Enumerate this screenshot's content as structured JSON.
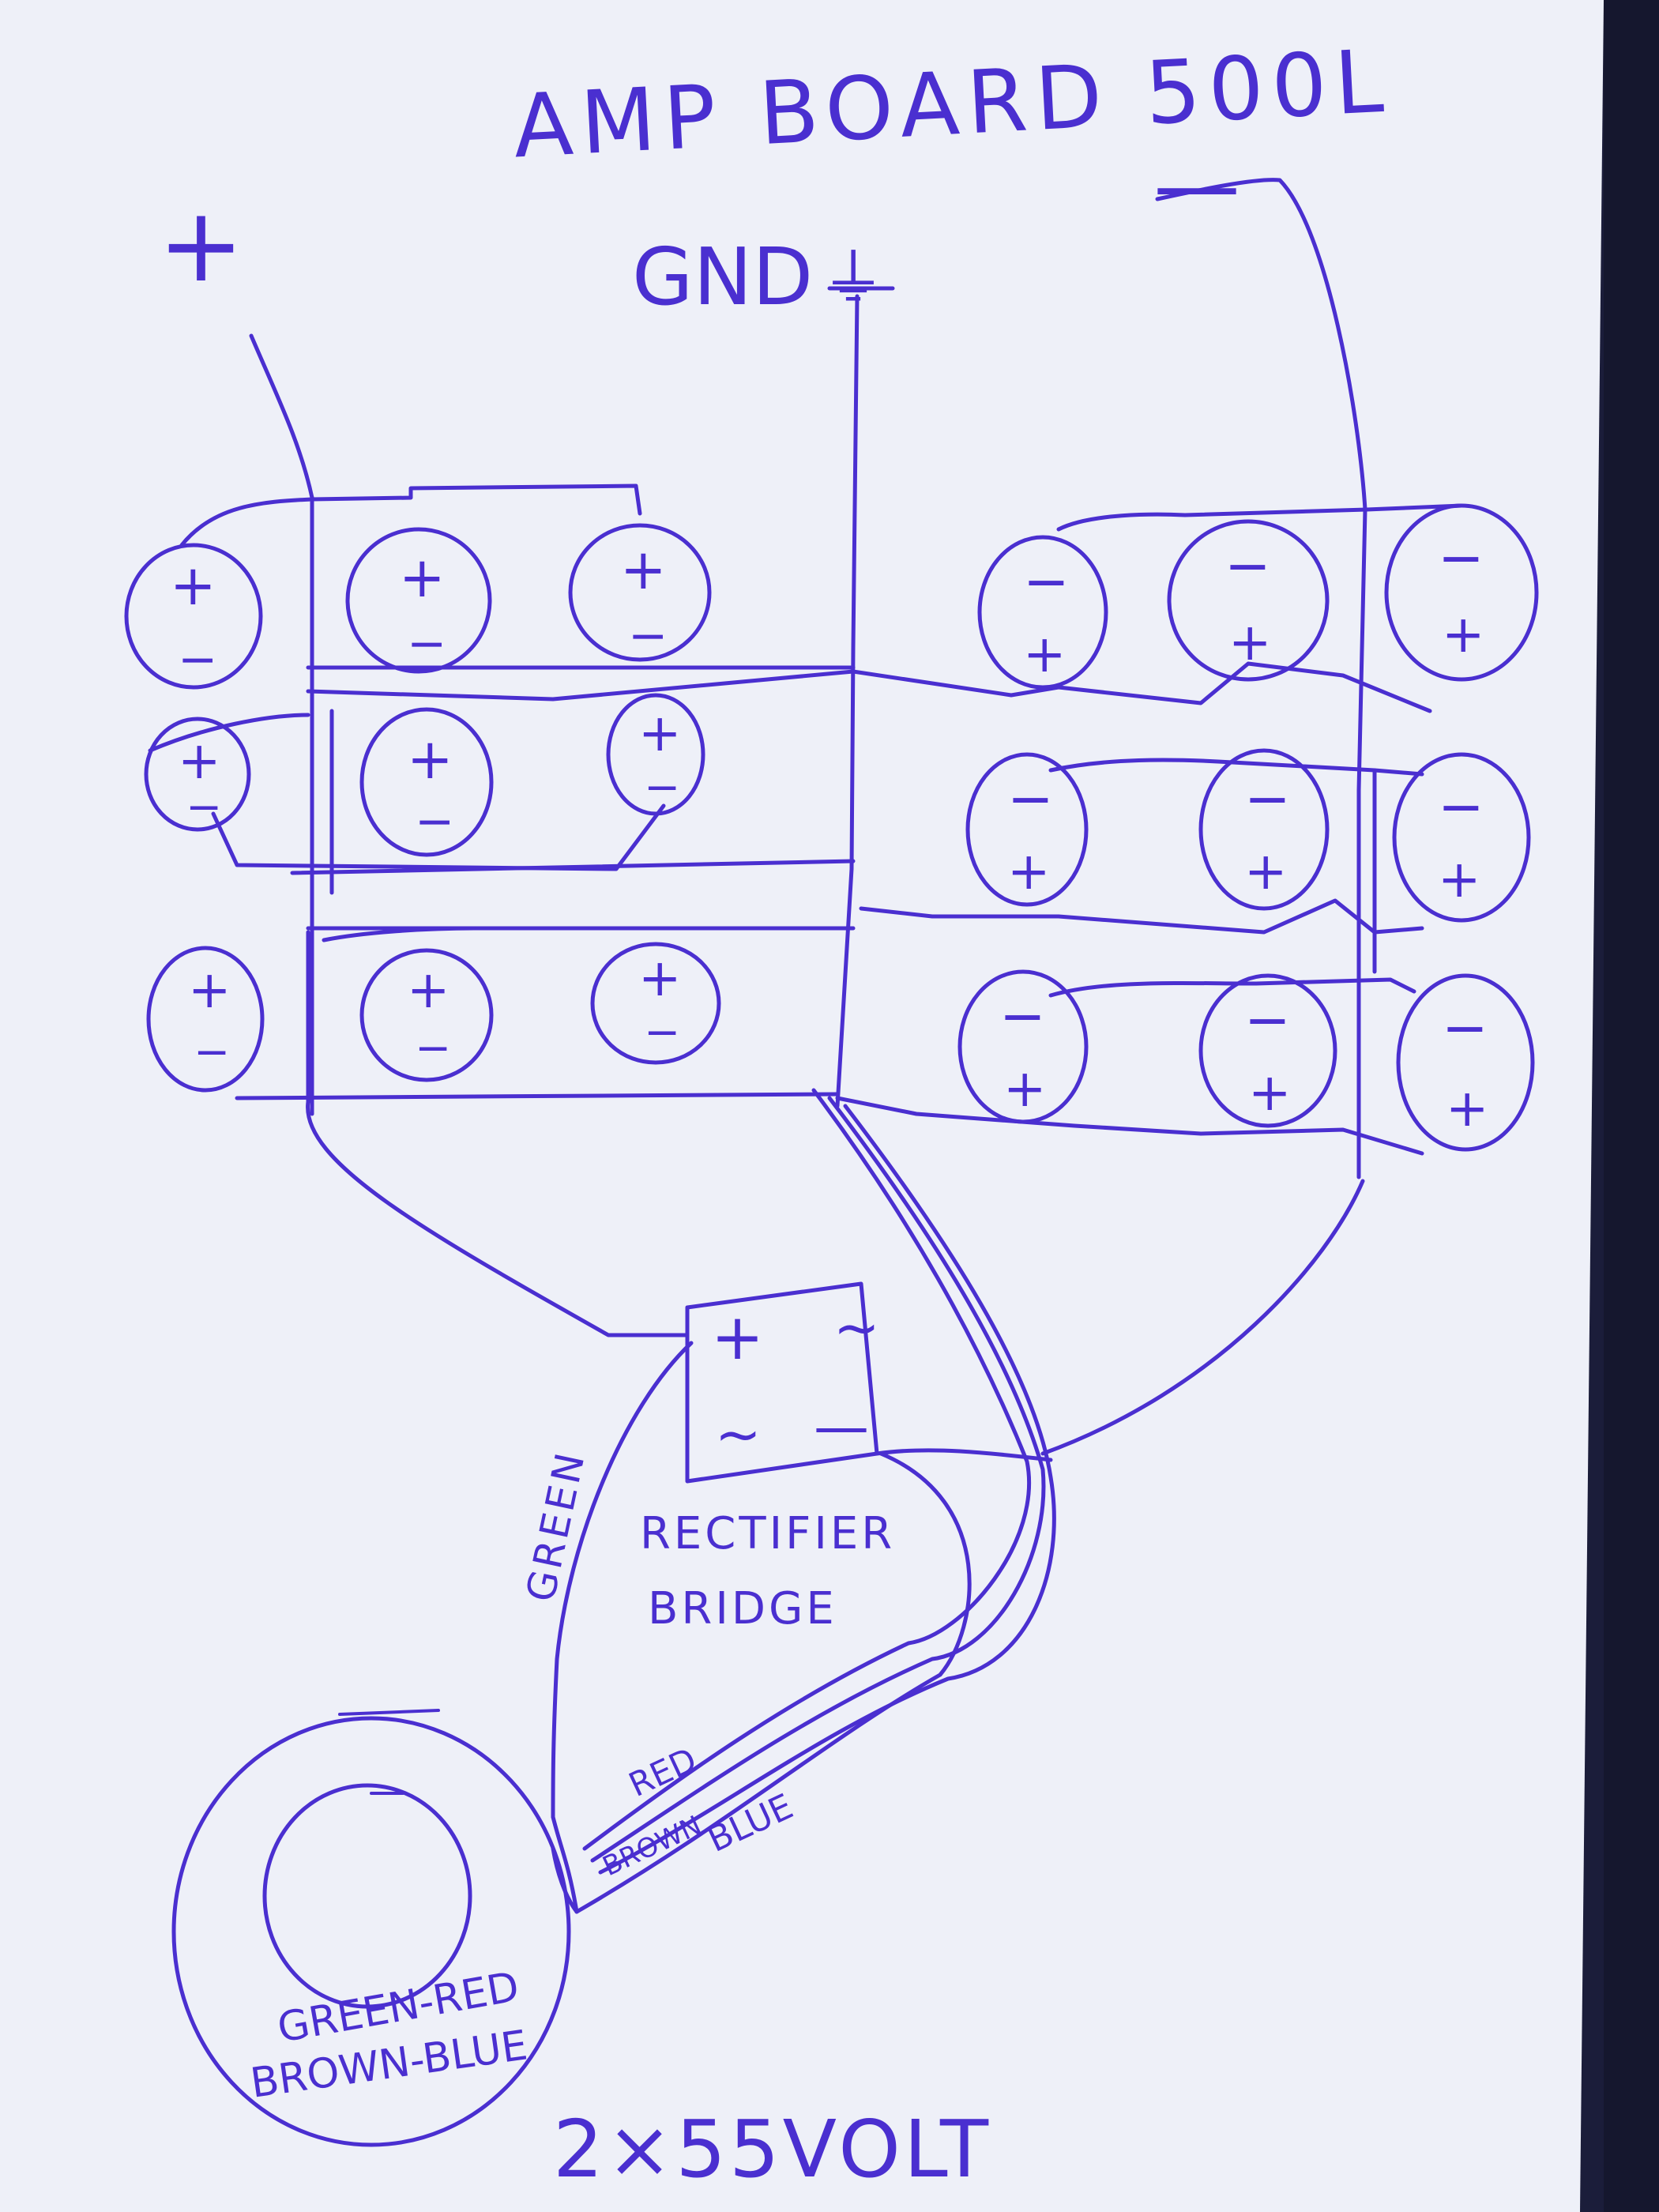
{
  "title": "AMP BOARD 500L",
  "terminals": {
    "positive": "+",
    "ground": "GND",
    "ground_symbol": "⏚",
    "negative": "—"
  },
  "rectifier": {
    "label_line1": "RECTIFIER",
    "label_line2": "BRIDGE",
    "pins": {
      "plus": "+",
      "ac_top": "~",
      "ac_bottom": "~",
      "minus": "—"
    }
  },
  "wires": {
    "green": "GREEN",
    "red": "RED",
    "brown": "BROWN",
    "blue": "BLUE"
  },
  "transformer": {
    "label_line1": "GREEN-RED",
    "label_line2": "BROWN-BLUE"
  },
  "voltage": "2×55VOLT",
  "capacitors": {
    "left_bank": [
      {
        "top": "+",
        "bottom": "−"
      },
      {
        "top": "+",
        "bottom": "−"
      },
      {
        "top": "+",
        "bottom": "−"
      },
      {
        "top": "+",
        "bottom": "−"
      },
      {
        "top": "+",
        "bottom": "−"
      },
      {
        "top": "+",
        "bottom": "−"
      },
      {
        "top": "+",
        "bottom": "−"
      },
      {
        "top": "+",
        "bottom": "−"
      },
      {
        "top": "+",
        "bottom": "−"
      }
    ],
    "right_bank": [
      {
        "top": "−",
        "bottom": "+"
      },
      {
        "top": "−",
        "bottom": "+"
      },
      {
        "top": "−",
        "bottom": "+"
      },
      {
        "top": "−",
        "bottom": "+"
      },
      {
        "top": "−",
        "bottom": "+"
      },
      {
        "top": "−",
        "bottom": "+"
      },
      {
        "top": "−",
        "bottom": "+"
      },
      {
        "top": "−",
        "bottom": "+"
      },
      {
        "top": "−",
        "bottom": "+"
      }
    ]
  },
  "colors": {
    "paper": "#eef0f8",
    "ink": "#4a2fd0",
    "background": "#1b1d3a"
  }
}
